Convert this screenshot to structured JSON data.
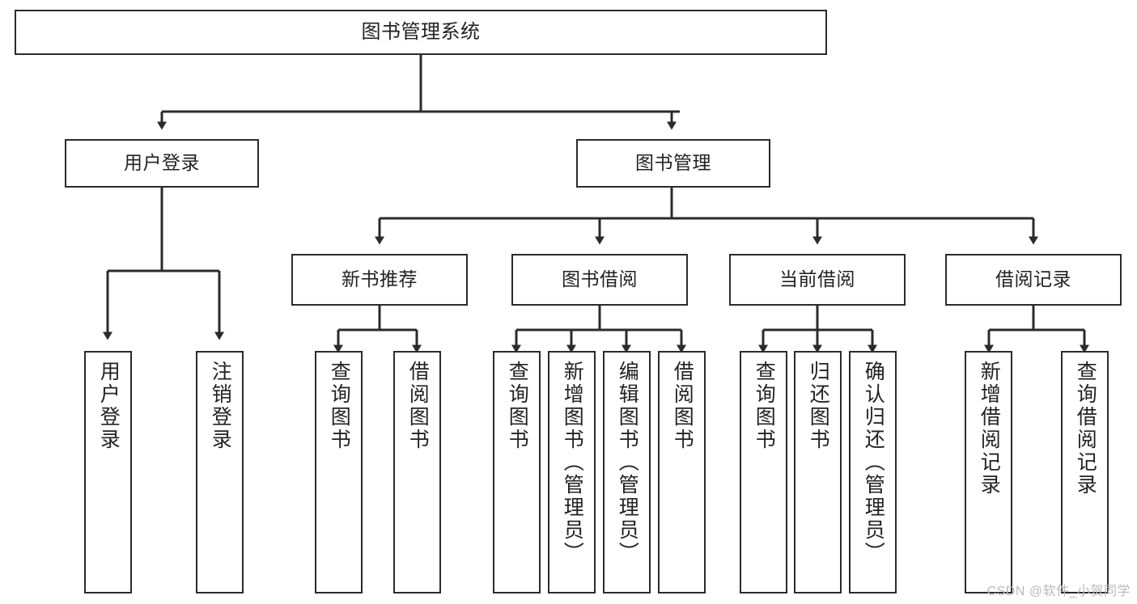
{
  "diagram": {
    "title": "图书管理系统",
    "type": "tree-hierarchy",
    "watermark": "CSDN @软件_小贺同学",
    "colors": {
      "background": "#ffffff",
      "box_border": "#2b2b2b",
      "connector": "#2b2b2b",
      "text": "#222222",
      "watermark": "#b9b9b9"
    },
    "nodes": {
      "root": {
        "label": "图书管理系统"
      },
      "level2": [
        {
          "id": "user-login",
          "label": "用户登录"
        },
        {
          "id": "book-manage",
          "label": "图书管理"
        }
      ],
      "level3": [
        {
          "id": "new-book-recommend",
          "label": "新书推荐"
        },
        {
          "id": "book-borrow",
          "label": "图书借阅"
        },
        {
          "id": "current-borrow",
          "label": "当前借阅"
        },
        {
          "id": "borrow-record",
          "label": "借阅记录"
        }
      ],
      "leaves": {
        "user-login": [
          {
            "id": "leaf-user-login",
            "label": "用户登录"
          },
          {
            "id": "leaf-user-logout",
            "label": "注销登录"
          }
        ],
        "new-book-recommend": [
          {
            "id": "leaf-query-book-1",
            "label": "查询图书"
          },
          {
            "id": "leaf-borrow-book-1",
            "label": "借阅图书"
          }
        ],
        "book-borrow": [
          {
            "id": "leaf-query-book-2",
            "label": "查询图书"
          },
          {
            "id": "leaf-add-book",
            "label": "新增图书（管理员）"
          },
          {
            "id": "leaf-edit-book",
            "label": "编辑图书（管理员）"
          },
          {
            "id": "leaf-borrow-book-2",
            "label": "借阅图书"
          }
        ],
        "current-borrow": [
          {
            "id": "leaf-query-book-3",
            "label": "查询图书"
          },
          {
            "id": "leaf-return-book",
            "label": "归还图书"
          },
          {
            "id": "leaf-confirm-return",
            "label": "确认归还（管理员）"
          }
        ],
        "borrow-record": [
          {
            "id": "leaf-add-record",
            "label": "新增借阅记录"
          },
          {
            "id": "leaf-query-record",
            "label": "查询借阅记录"
          }
        ]
      }
    }
  }
}
